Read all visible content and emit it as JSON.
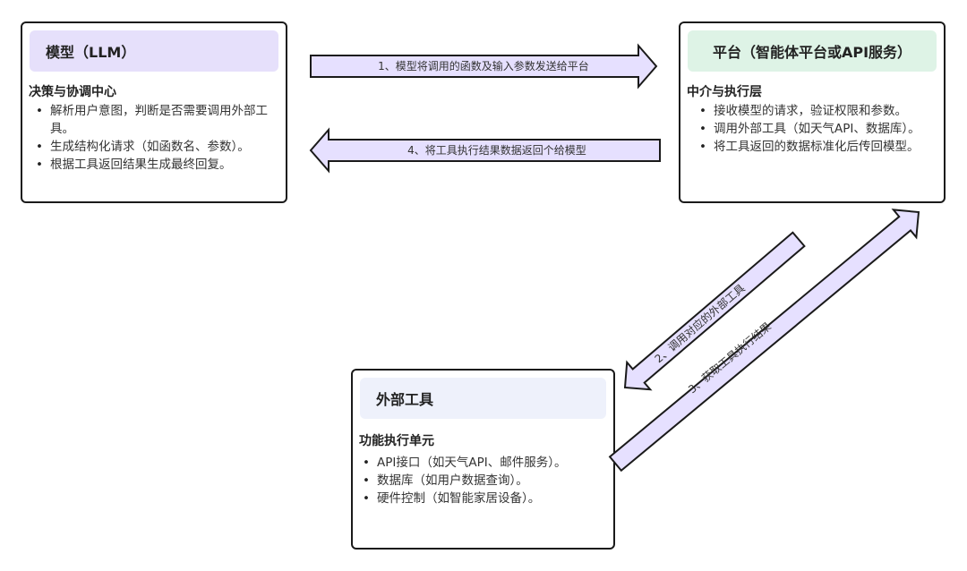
{
  "colors": {
    "arrow_fill": "#e6e0ff",
    "stroke": "#1a1a1a",
    "llm_header": "#e6e0fb",
    "platform_header": "#def3e6",
    "tools_header": "#eef1fb"
  },
  "nodes": {
    "llm": {
      "title": "模型（LLM）",
      "subtitle": "决策与协调中心",
      "items": [
        "解析用户意图，判断是否需要调用外部工具。",
        "生成结构化请求（如函数名、参数）。",
        "根据工具返回结果生成最终回复。"
      ]
    },
    "platform": {
      "title": "平台（智能体平台或API服务）",
      "subtitle": "中介与执行层",
      "items": [
        "接收模型的请求，验证权限和参数。",
        "调用外部工具（如天气API、数据库）。",
        "将工具返回的数据标准化后传回模型。"
      ]
    },
    "tools": {
      "title": "外部工具",
      "subtitle": "功能执行单元",
      "items": [
        "API接口（如天气API、邮件服务）。",
        "数据库（如用户数据查询）。",
        "硬件控制（如智能家居设备）。"
      ]
    }
  },
  "edges": [
    {
      "id": "step1",
      "from": "llm",
      "to": "platform",
      "label": "1、模型将调用的函数及输入参数发送给平台"
    },
    {
      "id": "step2",
      "from": "platform",
      "to": "tools",
      "label": "2、调用对应的外部工具"
    },
    {
      "id": "step3",
      "from": "tools",
      "to": "platform",
      "label": "3、获取工具执行结果"
    },
    {
      "id": "step4",
      "from": "platform",
      "to": "llm",
      "label": "4、将工具执行结果数据返回个给模型"
    }
  ]
}
